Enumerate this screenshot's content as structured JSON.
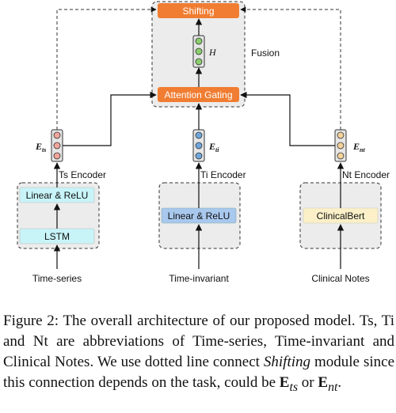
{
  "nodes": {
    "shifting": "Shifting",
    "h_label": "H",
    "fusion": "Fusion",
    "attention_gating": "Attention Gating",
    "e_ts": {
      "base": "E",
      "sub": "ts"
    },
    "e_ti": {
      "base": "E",
      "sub": "ti"
    },
    "e_nt": {
      "base": "E",
      "sub": "nt"
    },
    "ts_encoder": "Ts Encoder",
    "ti_encoder": "Ti Encoder",
    "nt_encoder": "Nt Encoder",
    "linear_relu_ts": "Linear & ReLU",
    "lstm": "LSTM",
    "linear_relu_ti": "Linear & ReLU",
    "clinicalbert": "ClinicalBert",
    "input_ts": "Time-series",
    "input_ti": "Time-invariant",
    "input_nt": "Clinical Notes"
  },
  "caption": {
    "part1": "Figure 2:  The overall architecture of our proposed model. Ts, Ti and Nt are abbreviations of Time-series, Time-invariant and Clinical Notes. We use dotted line connect ",
    "italic": "Shifting",
    "part2": " module since this connection depends on the task, could be ",
    "e1_base": "E",
    "e1_sub": "ts",
    "or": " or ",
    "e2_base": "E",
    "e2_sub": "nt",
    "end": "."
  },
  "colors": {
    "orange": "#f07d32",
    "green_dot": "#8ccf6e",
    "blue_dot": "#6fa6dc",
    "red_dot": "#f2a59b",
    "tan_dot": "#f5d29a",
    "cyan_box": "#c8f4f8",
    "blue_box": "#a9c8ee",
    "yellow_box": "#fbf0c8",
    "panel_gray": "#ececec"
  }
}
